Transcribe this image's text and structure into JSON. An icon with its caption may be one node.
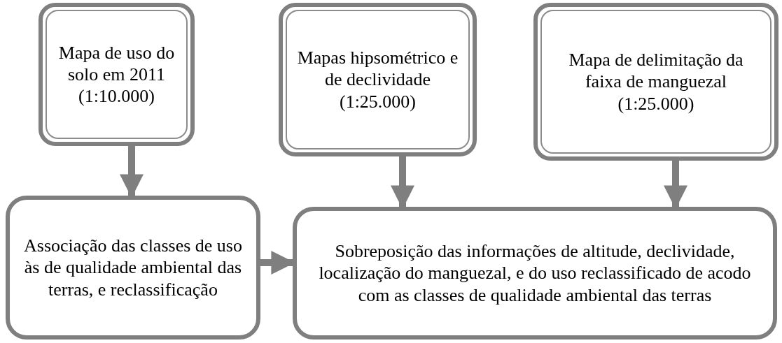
{
  "diagram": {
    "nodes": [
      {
        "text": [
          "Mapa de uso do solo em 2011 (1:10.000)"
        ]
      },
      {
        "text": [
          "Mapas hipsométrico e de declividade (1:25.000)"
        ]
      },
      {
        "text": [
          "Mapa de delimitação da faixa de manguezal (1:25.000)"
        ]
      },
      {
        "text": [
          "Associação das classes de uso às de qualidade ambiental das terras, e reclassificação"
        ]
      },
      {
        "text": [
          "Sobreposição das informações de altitude, declividade, localização do manguezal, e do uso reclassificado de acodo com as classes de qualidade ambiental das terras"
        ]
      }
    ],
    "edges": [
      {
        "from": 0,
        "to": 3,
        "arrow": "to"
      },
      {
        "from": 1,
        "to": 4,
        "arrow": "to"
      },
      {
        "from": 2,
        "to": 4,
        "arrow": "to"
      },
      {
        "from": 3,
        "to": 4,
        "arrow": "to"
      }
    ]
  }
}
